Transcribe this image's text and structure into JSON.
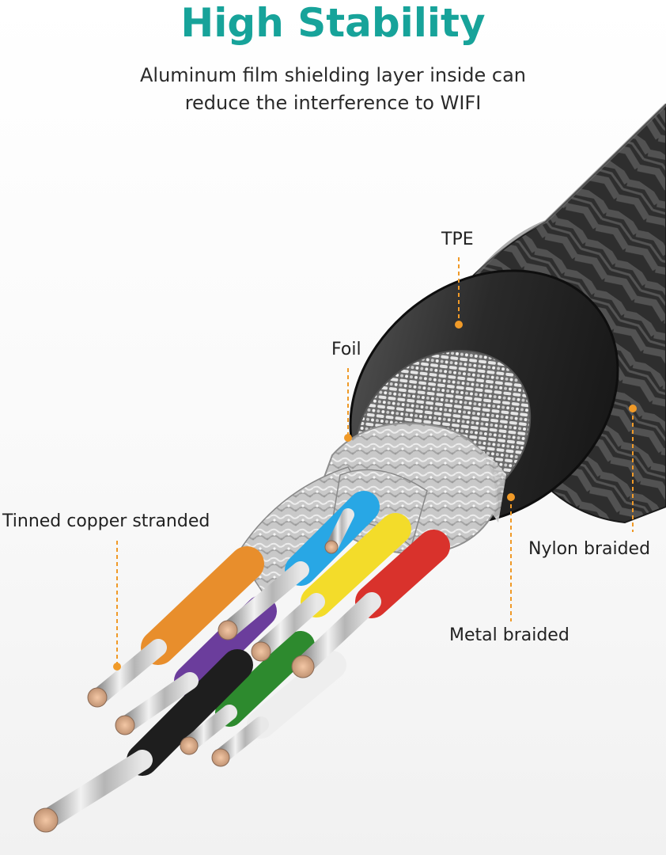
{
  "header": {
    "title": "High Stability",
    "subtitle_line1": "Aluminum film shielding layer inside can",
    "subtitle_line2": "reduce the interference to WIFI"
  },
  "callouts": {
    "tpe": "TPE",
    "foil": "Foil",
    "tinned_copper": "Tinned copper stranded",
    "nylon_braided": "Nylon braided",
    "metal_braided": "Metal braided"
  },
  "colors": {
    "title": "#17a39a",
    "callout_line": "#f09a28",
    "jacket": "#2c2c2c",
    "wire_orange": "#e88e2c",
    "wire_blue": "#28a7e5",
    "wire_yellow": "#f3dc2a",
    "wire_red": "#d9322c",
    "wire_purple": "#6b3d9c",
    "wire_green": "#2d8a2e",
    "wire_white": "#eeeeee",
    "wire_black": "#1e1e1e"
  }
}
